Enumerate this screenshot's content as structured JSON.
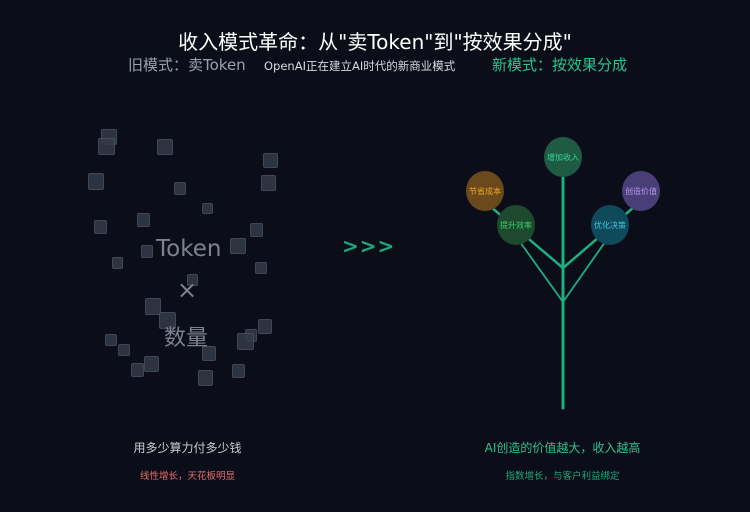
{
  "header": {
    "title": "收入模式革命：从\"卖Token\"到\"按效果分成\"",
    "old_model_label": "旧模式：卖Token",
    "description": "OpenAI正在建立AI时代的新商业模式",
    "new_model_label": "新模式：按效果分成"
  },
  "old_model": {
    "token_word": "Token",
    "times_symbol": "×",
    "quantity_word": "数量",
    "caption": "用多少算力付多少钱",
    "subcaption": "线性增长，天花板明显"
  },
  "transition": {
    "arrows": ">>>"
  },
  "new_model": {
    "nodes": [
      {
        "label": "增加收入",
        "color": "#1f5a45",
        "text_color": "#38d39b"
      },
      {
        "label": "节省成本",
        "color": "#6a4a1c",
        "text_color": "#f0a32a"
      },
      {
        "label": "创造价值",
        "color": "#4a3e78",
        "text_color": "#b49af0"
      },
      {
        "label": "提升效率",
        "color": "#1d4a2e",
        "text_color": "#3ccf6a"
      },
      {
        "label": "优化决策",
        "color": "#0f4a5a",
        "text_color": "#3bc4d8"
      }
    ],
    "caption": "AI创造的价值越大，收入越高",
    "subcaption": "指数增长，与客户利益绑定"
  },
  "colors": {
    "background": "#0b0e18",
    "accent_green": "#2fc28f",
    "warning_red": "#e86b6b"
  }
}
